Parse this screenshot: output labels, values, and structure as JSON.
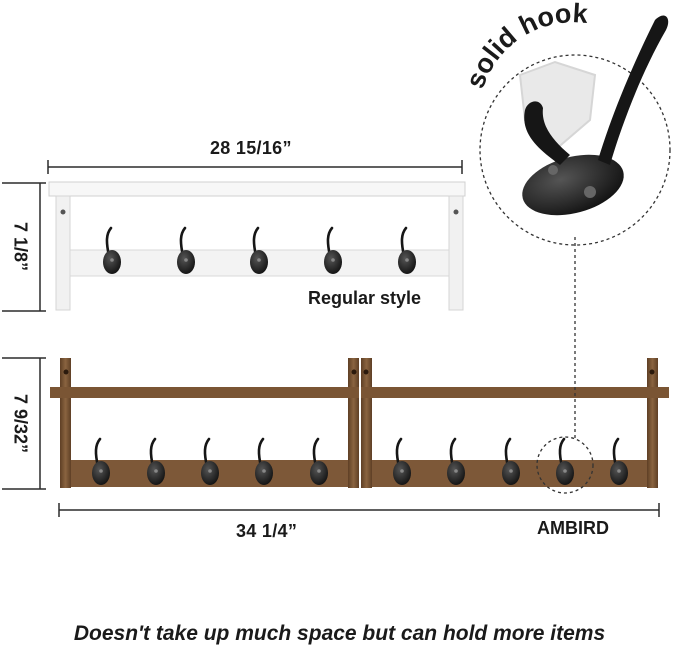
{
  "badge": {
    "text": "solid hook"
  },
  "regular": {
    "width_dim": "28 15/16”",
    "height_dim": "7 1/8”",
    "label": "Regular style"
  },
  "ambird": {
    "width_dim": "34 1/4”",
    "height_dim": "7 9/32”",
    "label": "AMBIRD"
  },
  "footer": {
    "text": "Doesn't take up much space but can hold more items"
  },
  "colors": {
    "wood": "#6b4a2e",
    "wood_light": "#8a6440",
    "white_shelf": "#f4f4f4",
    "hook": "#1c1c1c",
    "line": "#2b2b2b"
  },
  "hooks": {
    "regular_count": 5,
    "ambird_count": 10
  }
}
